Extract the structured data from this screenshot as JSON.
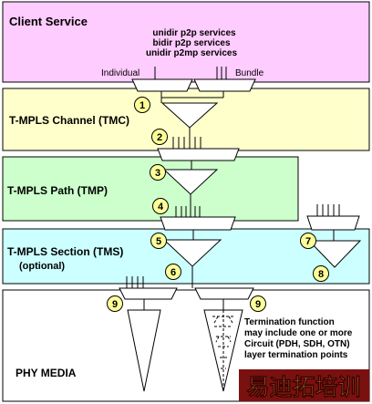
{
  "layers": {
    "client": {
      "title": "Client Service",
      "services": [
        "unidir p2p services",
        "bidir p2p services",
        "unidir p2mp services"
      ],
      "left_label": "Individual",
      "right_label": "Bundle",
      "color": "#ffccff"
    },
    "tmc": {
      "title": "T-MPLS Channel (TMC)",
      "color": "#ffffcc"
    },
    "tmp": {
      "title": "T-MPLS Path (TMP)",
      "color": "#ccffcc"
    },
    "tms": {
      "title": "T-MPLS Section (TMS)",
      "subtitle": "(optional)",
      "color": "#ccffff"
    },
    "phy": {
      "title": "PHY MEDIA",
      "note": [
        "Termination function",
        "may include one or more",
        "Circuit (PDH, SDH, OTN)",
        "layer termination points"
      ],
      "color": "#ffffff"
    }
  },
  "markers": [
    "1",
    "2",
    "3",
    "4",
    "5",
    "6",
    "7",
    "8",
    "9",
    "9"
  ],
  "marker_color": "#ffff99",
  "watermark": "易迪拓培训"
}
